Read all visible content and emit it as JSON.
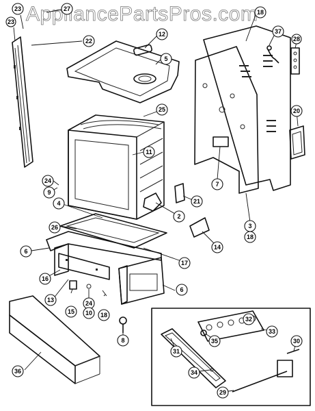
{
  "watermark": "AppliancePartsPros.com",
  "callouts": [
    {
      "id": "c23a",
      "label": "23"
    },
    {
      "id": "c27",
      "label": "27"
    },
    {
      "id": "c23b",
      "label": "23"
    },
    {
      "id": "c22",
      "label": "22"
    },
    {
      "id": "c12",
      "label": "12"
    },
    {
      "id": "c5",
      "label": "5"
    },
    {
      "id": "c18a",
      "label": "18"
    },
    {
      "id": "c37",
      "label": "37"
    },
    {
      "id": "c28",
      "label": "28"
    },
    {
      "id": "c25",
      "label": "25"
    },
    {
      "id": "c20",
      "label": "20"
    },
    {
      "id": "c11",
      "label": "11"
    },
    {
      "id": "c7",
      "label": "7"
    },
    {
      "id": "c24a",
      "label": "24"
    },
    {
      "id": "c9",
      "label": "9"
    },
    {
      "id": "c21",
      "label": "21"
    },
    {
      "id": "c4",
      "label": "4"
    },
    {
      "id": "c2",
      "label": "2"
    },
    {
      "id": "c3",
      "label": "3"
    },
    {
      "id": "c18b",
      "label": "18"
    },
    {
      "id": "c26",
      "label": "26"
    },
    {
      "id": "c14",
      "label": "14"
    },
    {
      "id": "c6a",
      "label": "6"
    },
    {
      "id": "c17",
      "label": "17"
    },
    {
      "id": "c16",
      "label": "16"
    },
    {
      "id": "c6b",
      "label": "6"
    },
    {
      "id": "c13",
      "label": "13"
    },
    {
      "id": "c15",
      "label": "15"
    },
    {
      "id": "c24b",
      "label": "24"
    },
    {
      "id": "c10",
      "label": "10"
    },
    {
      "id": "c18c",
      "label": "18"
    },
    {
      "id": "c8",
      "label": "8"
    },
    {
      "id": "c32",
      "label": "32"
    },
    {
      "id": "c33",
      "label": "33"
    },
    {
      "id": "c35",
      "label": "35"
    },
    {
      "id": "c31",
      "label": "31"
    },
    {
      "id": "c30",
      "label": "30"
    },
    {
      "id": "c36",
      "label": "36"
    },
    {
      "id": "c34",
      "label": "34"
    },
    {
      "id": "c29",
      "label": "29"
    }
  ]
}
